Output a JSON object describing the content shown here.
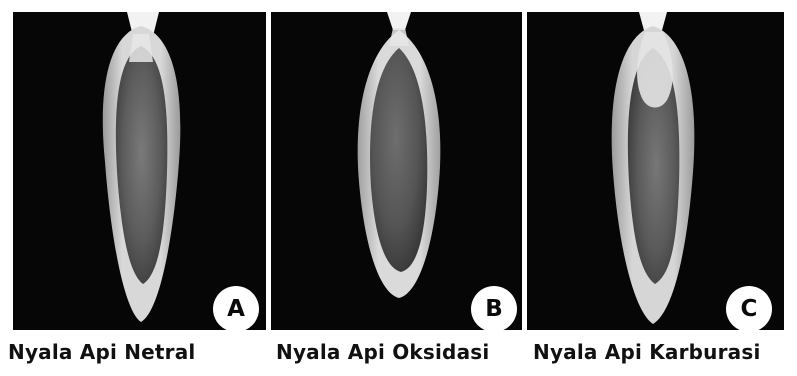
{
  "panels": [
    {
      "letter": "A",
      "caption": "Nyala Api Netral"
    },
    {
      "letter": "B",
      "caption": "Nyala Api Oksidasi"
    },
    {
      "letter": "C",
      "caption": "Nyala Api Karburasi"
    }
  ],
  "colors": {
    "background": "#060606",
    "outer_flame": "#c9c9c9",
    "inner_flame": "#6a6a6a",
    "nozzle": "#f2f2f2"
  }
}
